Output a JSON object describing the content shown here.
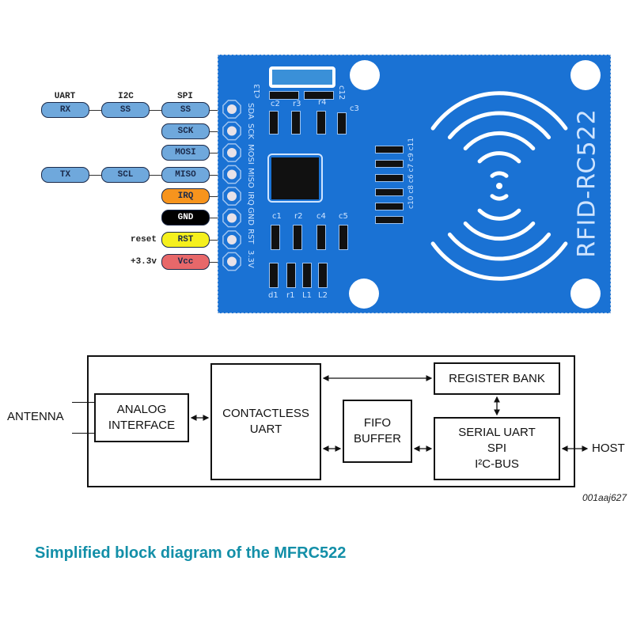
{
  "pinout": {
    "column_headers": {
      "uart": "UART",
      "i2c": "I2C",
      "spi": "SPI"
    },
    "rows": [
      {
        "uart": "RX",
        "i2c": "SS",
        "spi": "SS",
        "board_pin": "SDA"
      },
      {
        "spi": "SCK",
        "board_pin": "SCK"
      },
      {
        "spi": "MOSI",
        "board_pin": "MOSI"
      },
      {
        "uart": "TX",
        "i2c": "SCL",
        "spi": "MISO",
        "board_pin": "MISO"
      },
      {
        "spi": "IRQ",
        "board_pin": "IRQ",
        "color": "#f7941d"
      },
      {
        "spi": "GND",
        "board_pin": "GND",
        "color": "#000000"
      },
      {
        "spi": "RST",
        "board_pin": "RST",
        "note": "reset",
        "color": "#f5f01e"
      },
      {
        "spi": "Vcc",
        "board_pin": "3.3V",
        "note": "+3.3v",
        "color": "#e8686a"
      }
    ]
  },
  "board": {
    "title": "RFID-RC522",
    "components_top": [
      "c13",
      "c12"
    ],
    "components_row1": [
      "c2",
      "r3",
      "r4",
      "c3"
    ],
    "components_row2": [
      "c1",
      "r2",
      "c4",
      "c5"
    ],
    "components_row3": [
      "d1",
      "r1",
      "L1",
      "L2"
    ],
    "components_side": [
      "c10",
      "c8",
      "c6",
      "c7",
      "c9",
      "c11"
    ],
    "pcb_color": "#1a72d4"
  },
  "block_diagram": {
    "antenna_label": "ANTENNA",
    "host_label": "HOST",
    "blocks": {
      "analog": [
        "ANALOG",
        "INTERFACE"
      ],
      "contactless": [
        "CONTACTLESS",
        "UART"
      ],
      "fifo": [
        "FIFO",
        "BUFFER"
      ],
      "register": "REGISTER BANK",
      "serial": [
        "SERIAL UART",
        "SPI",
        "I²C-BUS"
      ]
    },
    "reference_id": "001aaj627"
  },
  "caption": {
    "text": "Simplified block diagram of the MFRC522",
    "color": "#138fa8"
  }
}
